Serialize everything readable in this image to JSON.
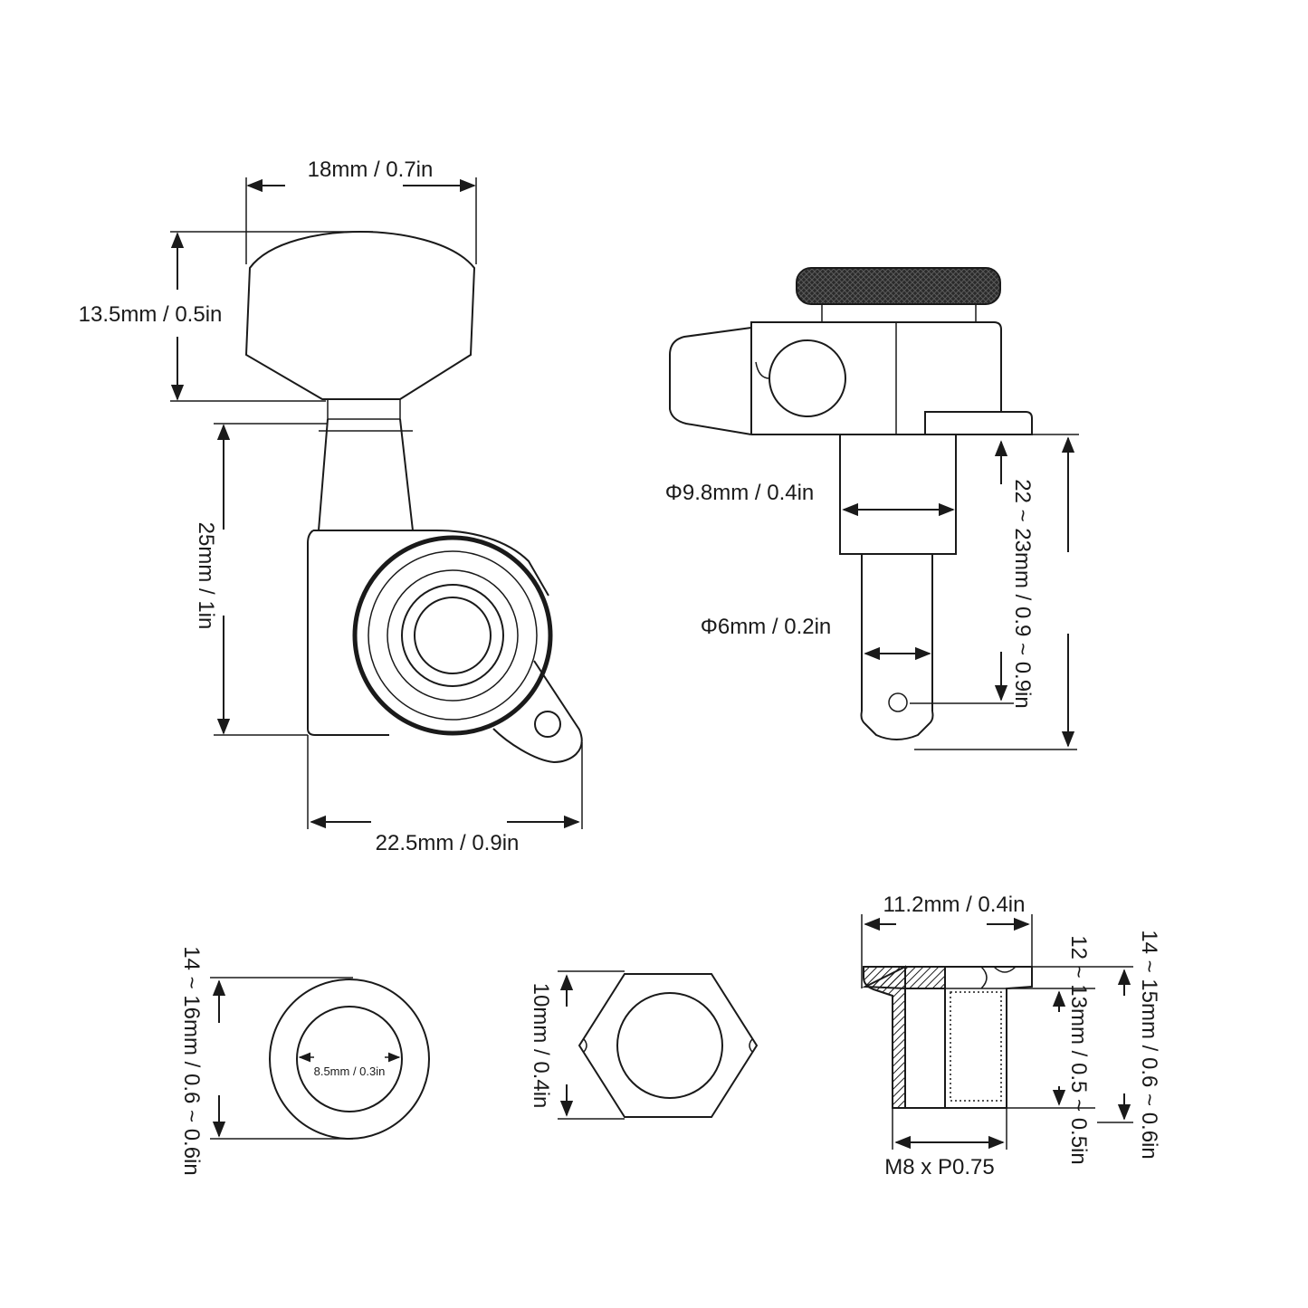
{
  "labels": {
    "button_width": "18mm / 0.7in",
    "button_height": "13.5mm / 0.5in",
    "body_height": "25mm / 1in",
    "body_width": "22.5mm / 0.9in",
    "bushing_diameter": "Φ9.8mm / 0.4in",
    "post_diameter": "Φ6mm / 0.2in",
    "post_length": "22 ~ 23mm / 0.9 ~ 0.9in",
    "washer_outer": "14 ~ 16mm / 0.6 ~ 0.6in",
    "washer_inner": "8.5mm / 0.3in",
    "nut_size": "10mm / 0.4in",
    "ferrule_width": "11.2mm / 0.4in",
    "ferrule_thread": "M8 x P0.75",
    "ferrule_inner_height": "12 ~ 13mm / 0.5 ~ 0.5in",
    "ferrule_outer_height": "14 ~ 15mm / 0.6 ~ 0.6in"
  }
}
